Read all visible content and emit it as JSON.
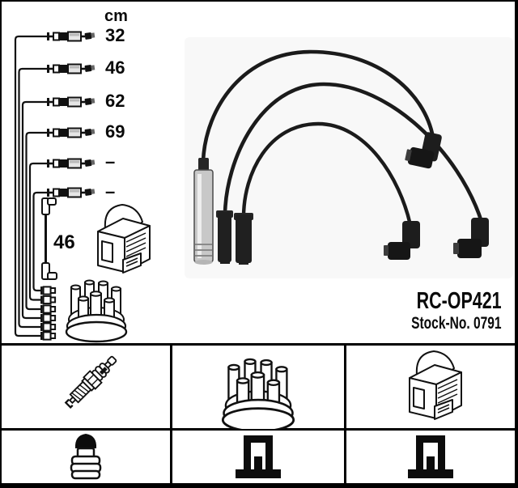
{
  "product": {
    "part_number": "RC-OP421",
    "stock_no": "Stock-No. 0791"
  },
  "length_table": {
    "unit_header": "cm",
    "cable_lengths": [
      "32",
      "46",
      "62",
      "69",
      "–",
      "–"
    ]
  },
  "coil_wire": {
    "length": "46"
  },
  "legend": {
    "row1": [
      "spark-plug",
      "distributor-cap",
      "ignition-coil"
    ],
    "row2": [
      "sae-plug-terminal",
      "din-coil-terminal",
      "din-distributor-terminal"
    ]
  },
  "colors": {
    "ink": "#111111",
    "photo_cable": "#1b1b1b",
    "page_bg": "#ffffff",
    "frame_border": "#000000"
  }
}
